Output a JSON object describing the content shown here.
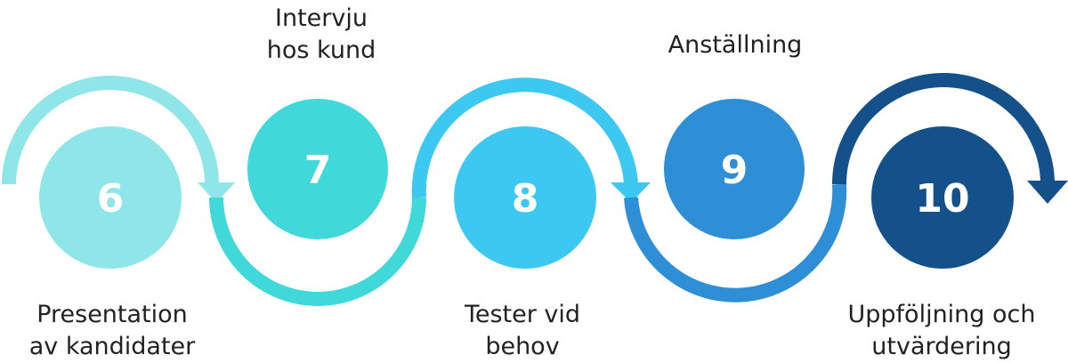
{
  "steps": [
    {
      "number": "6",
      "label_lines": [
        "Presentation",
        "av kandidater"
      ],
      "color": "#8EE6E8"
    },
    {
      "number": "7",
      "label_lines": [
        "Intervju",
        "hos kund"
      ],
      "color": "#40D8D8"
    },
    {
      "number": "8",
      "label_lines": [
        "Tester vid",
        "behov"
      ],
      "color": "#3CC8F0"
    },
    {
      "number": "9",
      "label_lines": [
        "Anställning"
      ],
      "color": "#2E8FD6"
    },
    {
      "number": "10",
      "label_lines": [
        "Uppföljning och",
        "utvärdering"
      ],
      "color": "#14508A"
    }
  ],
  "connector_colors": [
    "#8EE6E8",
    "#40D8D8",
    "#3CC8F0",
    "#2E8FD6",
    "#14508A"
  ]
}
